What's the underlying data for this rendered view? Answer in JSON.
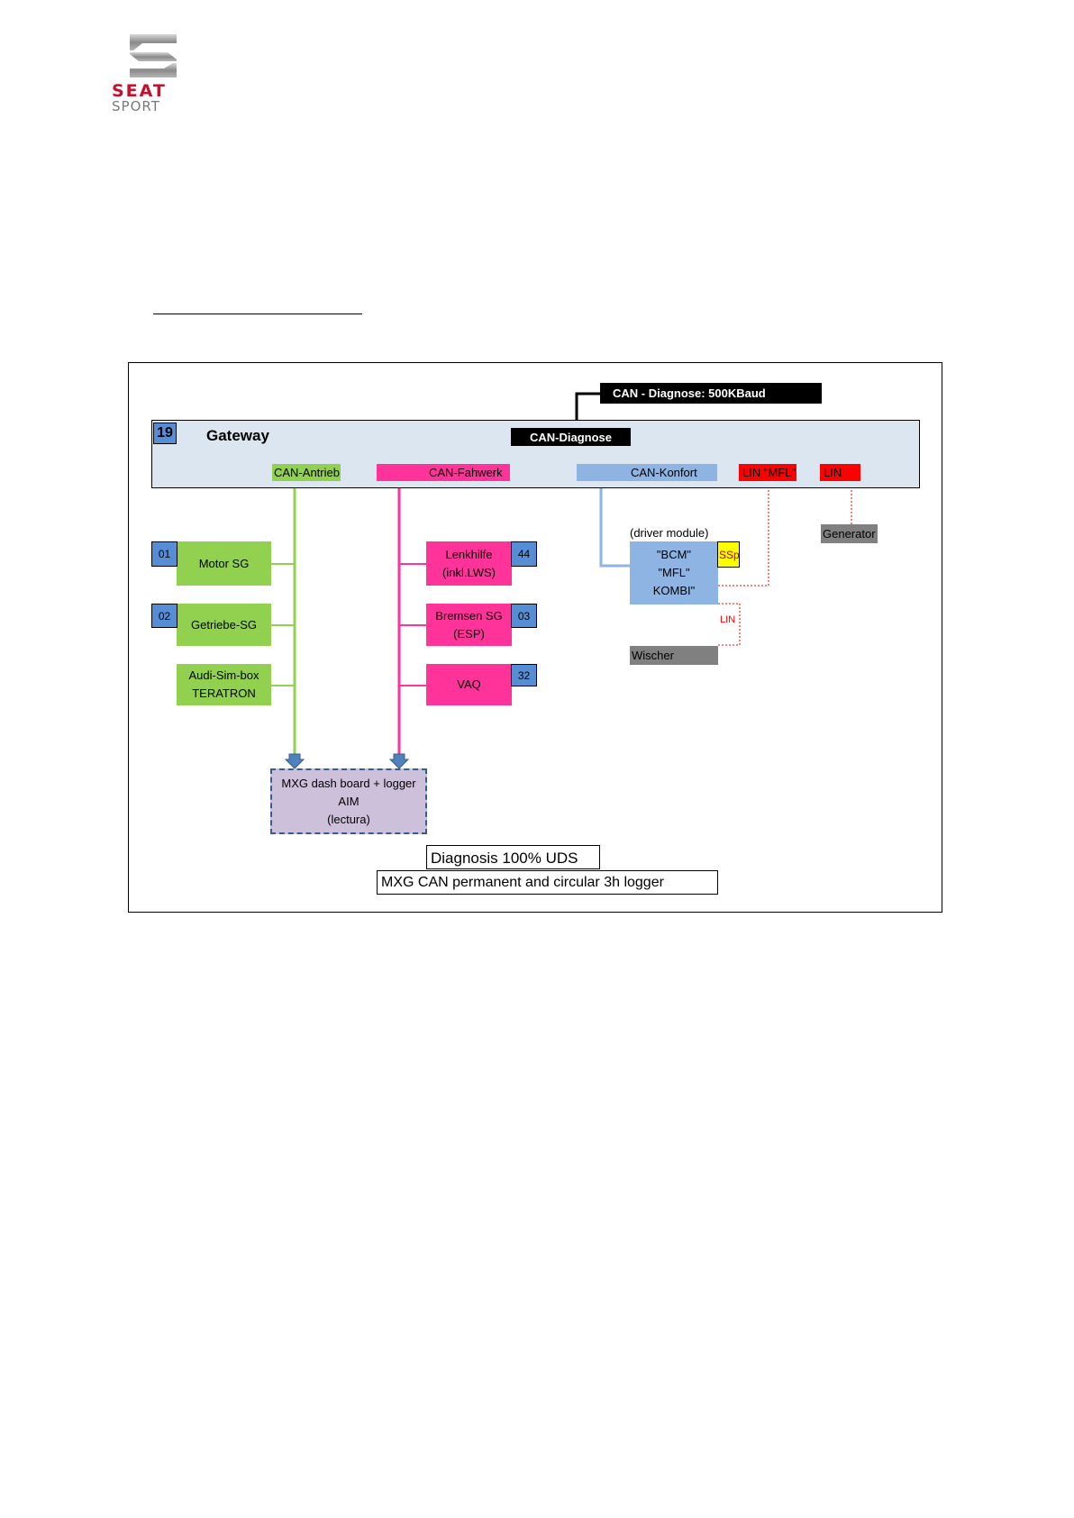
{
  "brand": {
    "line1": "SEAT",
    "line2": "SPORT",
    "red": "#c8102e"
  },
  "colors": {
    "antrieb": "#92d050",
    "fahrwerk": "#ff3399",
    "konfort": "#8db4e2",
    "lin": "#ff0000",
    "badge": "#558ed5",
    "gateway_bg": "#dce6f1",
    "gray": "#808080",
    "dash": "#ccc0da",
    "ssp": "#ffff00"
  },
  "diagram": {
    "diag_bus": "CAN - Diagnose: 500KBaud",
    "gateway": {
      "id": "19",
      "label": "Gateway",
      "diag_port": "CAN-Diagnose"
    },
    "buses": {
      "antrieb": "CAN-Antrieb",
      "fahrwerk": "CAN-Fahwerk",
      "konfort": "CAN-Konfort",
      "lin_mfl": "LIN \"MFL\"",
      "lin": "LIN"
    },
    "antrieb_nodes": [
      {
        "id": "01",
        "label": "Motor SG"
      },
      {
        "id": "02",
        "label": "Getriebe-SG"
      },
      {
        "id": "",
        "label": "Audi-Sim-box\nTERATRON"
      }
    ],
    "fahrwerk_nodes": [
      {
        "id": "44",
        "label": "Lenkhilfe\n(inkl.LWS)"
      },
      {
        "id": "03",
        "label": "Bremsen SG\n(ESP)"
      },
      {
        "id": "32",
        "label": "VAQ"
      }
    ],
    "driver_module": {
      "caption": "(driver module)",
      "label": "\"BCM\"\n\"MFL\"\nKOMBI\"",
      "ssp": "SSp"
    },
    "generator": "Generator",
    "wischer": "Wischer",
    "lin_small": "LIN",
    "dashboard": "MXG dash board + logger\nAIM\n(lectura)",
    "note1": "Diagnosis 100% UDS",
    "note2": "MXG CAN permanent and circular 3h logger"
  }
}
